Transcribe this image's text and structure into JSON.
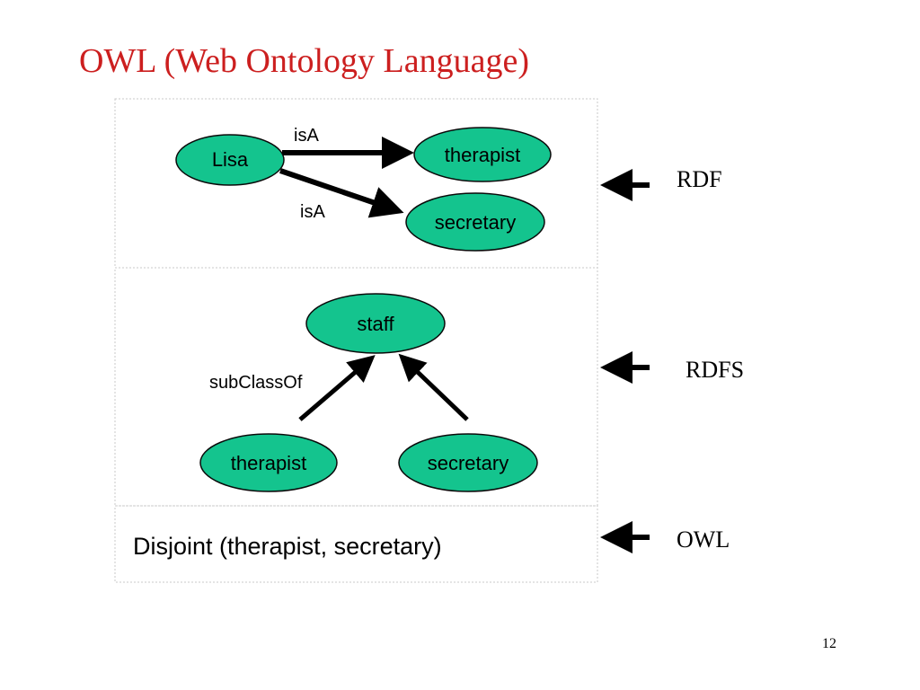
{
  "title": "OWL (Web Ontology Language)",
  "page_number": "12",
  "rdf_panel": {
    "nodes": {
      "lisa": "Lisa",
      "therapist": "therapist",
      "secretary": "secretary"
    },
    "edges": {
      "top": "isA",
      "bottom": "isA"
    }
  },
  "rdfs_panel": {
    "nodes": {
      "staff": "staff",
      "therapist": "therapist",
      "secretary": "secretary"
    },
    "edge_label": "subClassOf"
  },
  "owl_panel": {
    "statement": "Disjoint (therapist, secretary)"
  },
  "layers": {
    "rdf": "RDF",
    "rdfs": "RDFS",
    "owl": "OWL"
  },
  "colors": {
    "node_fill": "#14c48e",
    "title": "#cc1f1f"
  }
}
